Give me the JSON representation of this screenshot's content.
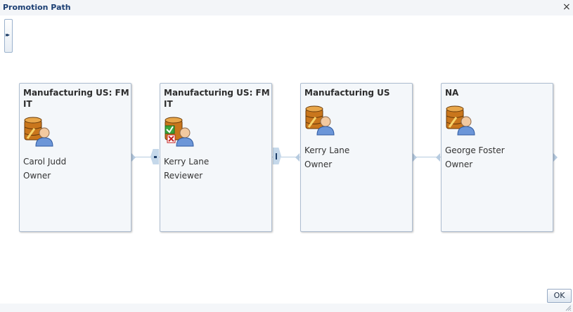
{
  "dialog": {
    "title": "Promotion Path",
    "close_glyph": "×",
    "expand_glyph": "▸▸",
    "ok_label": "OK"
  },
  "cards": [
    {
      "title": "Manufacturing US: FM IT",
      "icon": "approver-database-user-icon",
      "name": "Carol Judd",
      "role": "Owner"
    },
    {
      "title": "Manufacturing US: FM IT",
      "icon": "reviewer-database-user-icon",
      "name": "Kerry Lane",
      "role": "Reviewer"
    },
    {
      "title": "Manufacturing US",
      "icon": "approver-database-user-icon",
      "name": "Kerry Lane",
      "role": "Owner"
    },
    {
      "title": "NA",
      "icon": "approver-database-user-icon",
      "name": "George Foster",
      "role": "Owner"
    }
  ],
  "colors": {
    "title_text": "#1c3f73",
    "card_border": "#aebdd0",
    "connector": "#b6cbe0"
  }
}
